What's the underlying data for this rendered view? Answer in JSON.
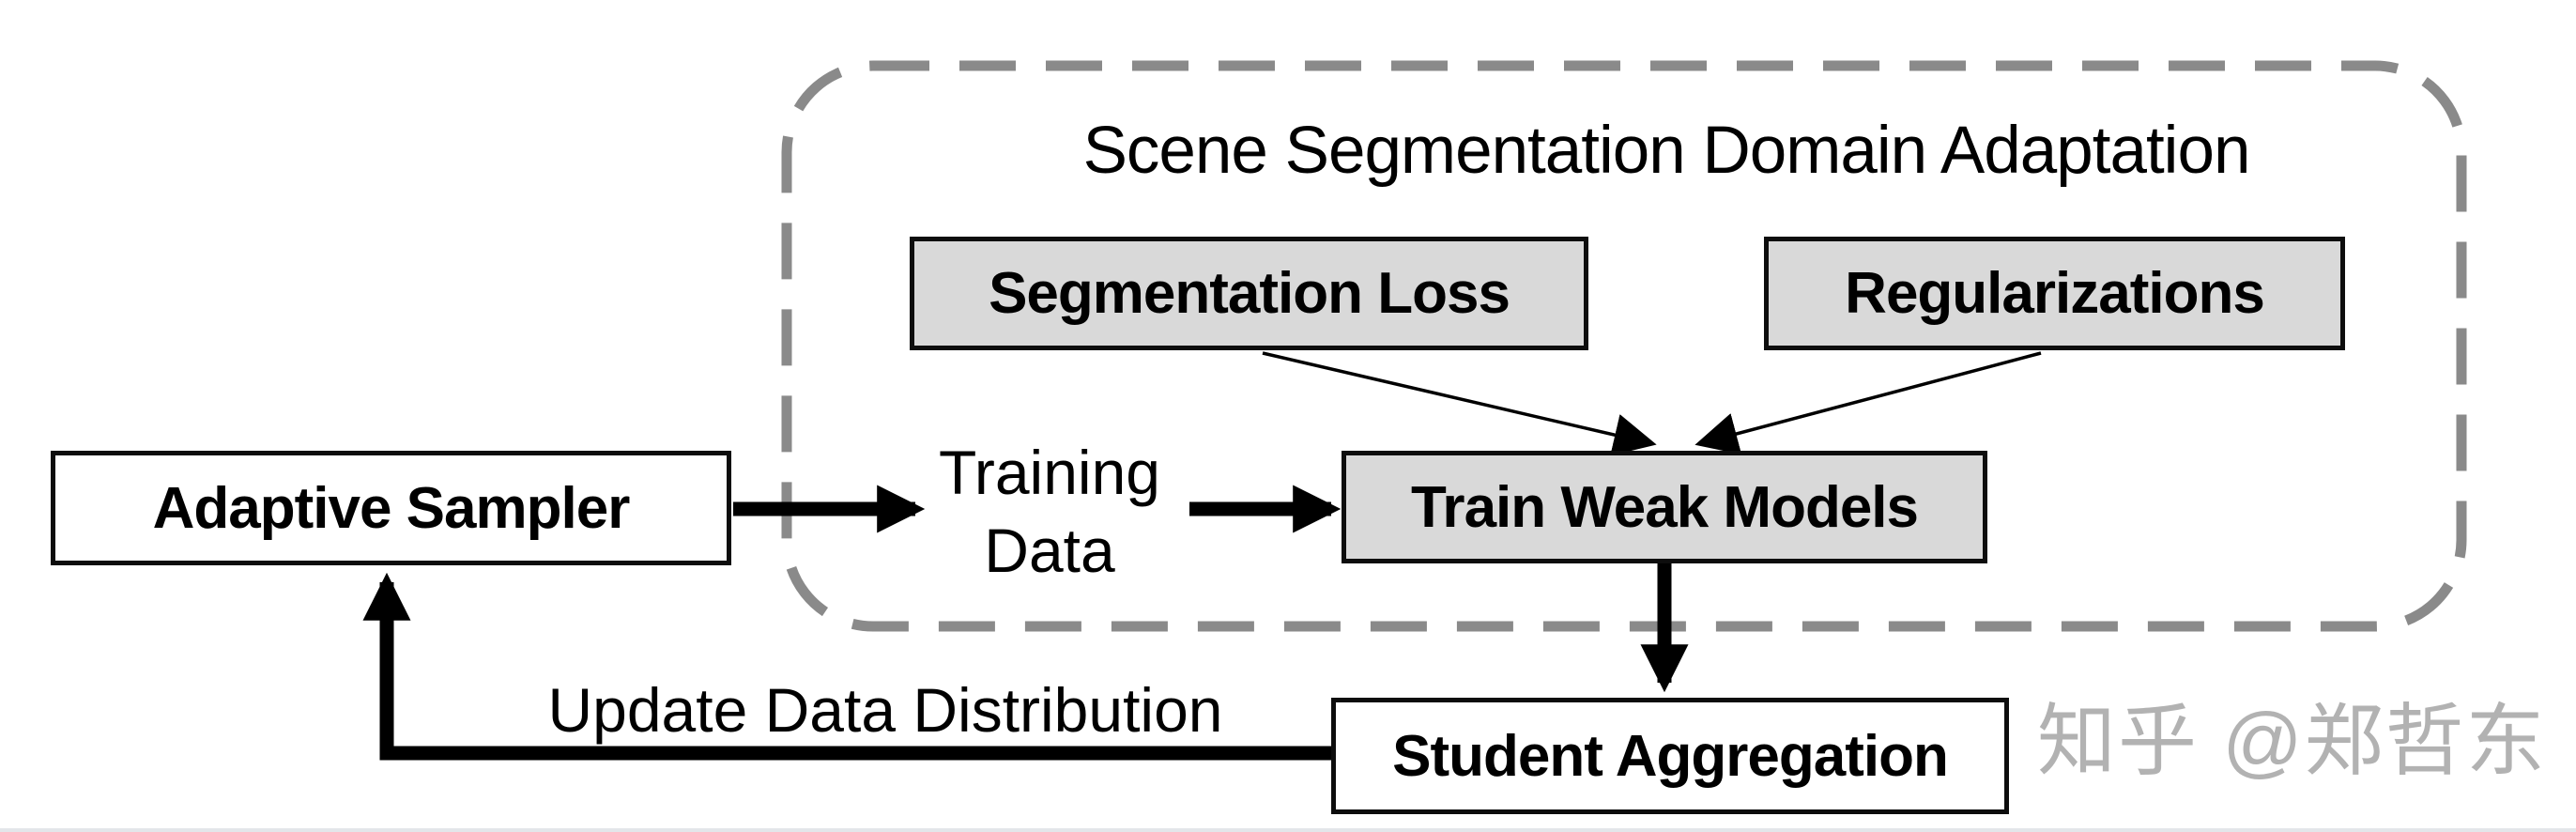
{
  "title": "Scene Segmentation Domain Adaptation",
  "nodes": {
    "adaptive_sampler": "Adaptive Sampler",
    "segmentation_loss": "Segmentation Loss",
    "regularizations": "Regularizations",
    "train_weak_models": "Train Weak Models",
    "student_aggregation": "Student Aggregation"
  },
  "annotations": {
    "training_data_line1": "Training",
    "training_data_line2": "Data",
    "update_data_distribution": "Update Data Distribution"
  },
  "watermark": "知乎 @郑哲东",
  "colors": {
    "node_fill_gray": "#d9d9d9",
    "node_fill_white": "#ffffff",
    "node_border": "#0d0d0d",
    "dashed_container": "#8a8a8a",
    "arrows": "#000000",
    "watermark": "#b2b2b2",
    "background": "#ffffff"
  },
  "edges": [
    {
      "from": "adaptive_sampler",
      "to": "training_data",
      "style": "thick"
    },
    {
      "from": "training_data",
      "to": "train_weak_models",
      "style": "thick"
    },
    {
      "from": "segmentation_loss",
      "to": "train_weak_models",
      "style": "thin"
    },
    {
      "from": "regularizations",
      "to": "train_weak_models",
      "style": "thin"
    },
    {
      "from": "train_weak_models",
      "to": "student_aggregation",
      "style": "thick"
    },
    {
      "from": "student_aggregation",
      "to": "adaptive_sampler",
      "style": "thick",
      "label": "Update Data Distribution"
    }
  ]
}
